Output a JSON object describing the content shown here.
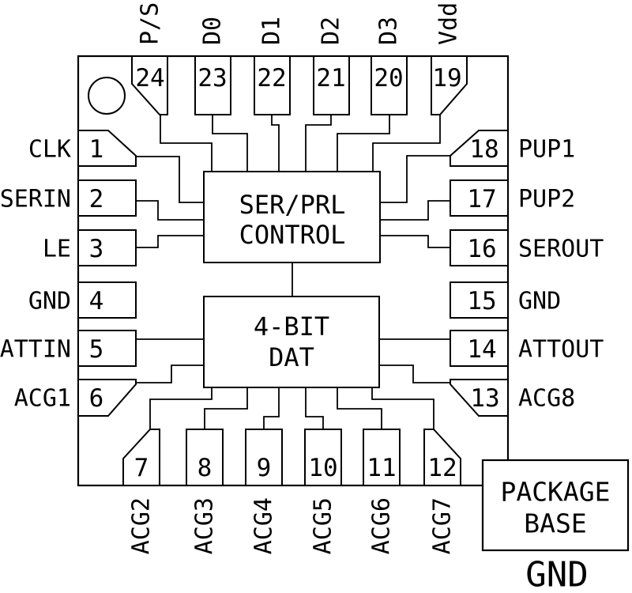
{
  "diagram_type": "ic-pinout",
  "colors": {
    "ink": "#000000",
    "background": "#ffffff"
  },
  "blocks": {
    "control": {
      "line1": "SER/PRL",
      "line2": "CONTROL"
    },
    "dat": {
      "line1": "4-BIT",
      "line2": "DAT"
    },
    "package_base": {
      "line1": "PACKAGE",
      "line2": "BASE",
      "net": "GND"
    }
  },
  "pins": {
    "top": [
      {
        "num": "24",
        "label": "P/S"
      },
      {
        "num": "23",
        "label": "D0"
      },
      {
        "num": "22",
        "label": "D1"
      },
      {
        "num": "21",
        "label": "D2"
      },
      {
        "num": "20",
        "label": "D3"
      },
      {
        "num": "19",
        "label": "Vdd"
      }
    ],
    "left": [
      {
        "num": "1",
        "label": "CLK"
      },
      {
        "num": "2",
        "label": "SERIN"
      },
      {
        "num": "3",
        "label": "LE"
      },
      {
        "num": "4",
        "label": "GND"
      },
      {
        "num": "5",
        "label": "ATTIN"
      },
      {
        "num": "6",
        "label": "ACG1"
      }
    ],
    "right": [
      {
        "num": "18",
        "label": "PUP1"
      },
      {
        "num": "17",
        "label": "PUP2"
      },
      {
        "num": "16",
        "label": "SEROUT"
      },
      {
        "num": "15",
        "label": "GND"
      },
      {
        "num": "14",
        "label": "ATTOUT"
      },
      {
        "num": "13",
        "label": "ACG8"
      }
    ],
    "bottom": [
      {
        "num": "7",
        "label": "ACG2"
      },
      {
        "num": "8",
        "label": "ACG3"
      },
      {
        "num": "9",
        "label": "ACG4"
      },
      {
        "num": "10",
        "label": "ACG5"
      },
      {
        "num": "11",
        "label": "ACG6"
      },
      {
        "num": "12",
        "label": "ACG7"
      }
    ]
  }
}
